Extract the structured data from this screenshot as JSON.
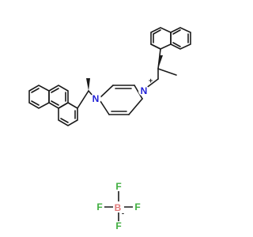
{
  "cation": {
    "n1_label": "N",
    "n3_label": "N",
    "n3_charge": "+"
  },
  "anion": {
    "center_label": "B",
    "center_charge": "-",
    "f_labels": [
      "F",
      "F",
      "F",
      "F"
    ]
  },
  "colors": {
    "bond": "#1a1a1a",
    "nitrogen": "#1f1fd6",
    "boron": "#e07a7a",
    "fluorine": "#3fae3f"
  }
}
